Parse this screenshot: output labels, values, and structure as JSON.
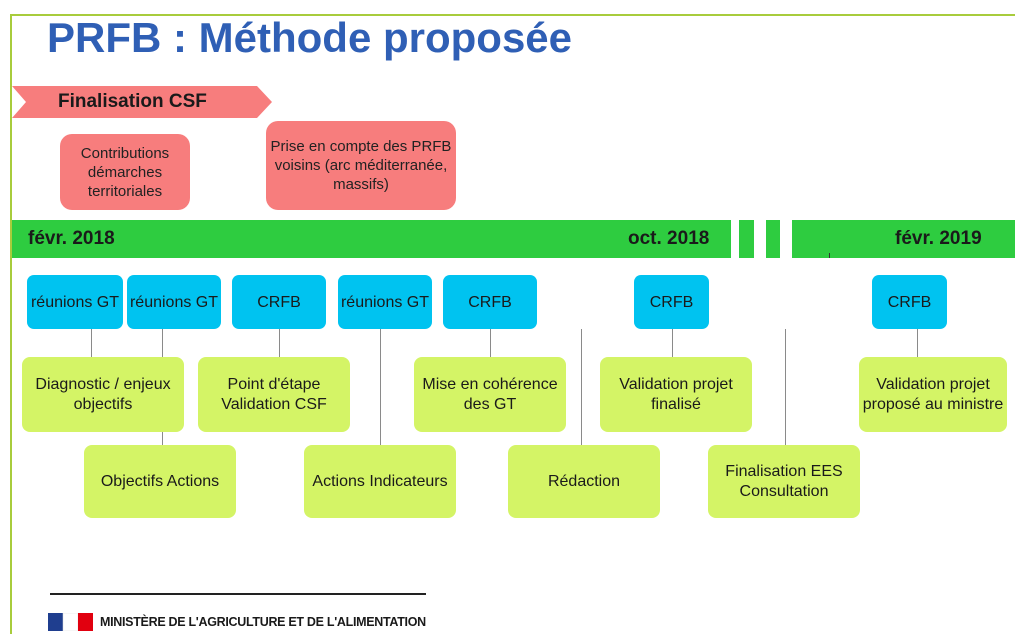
{
  "title": "PRFB : Méthode proposée",
  "phase_arrow": {
    "label": "Finalisation CSF"
  },
  "pink_boxes": [
    "Contributions démarches territoriales",
    "Prise en compte des PRFB voisins (arc méditerranée, massifs)"
  ],
  "timeline": {
    "dates": [
      "févr. 2018",
      "oct. 2018",
      "févr. 2019"
    ]
  },
  "meetings": [
    "réunions GT",
    "réunions GT",
    "CRFB",
    "réunions GT",
    "CRFB",
    "CRFB",
    "CRFB"
  ],
  "steps": [
    "Diagnostic / enjeux objectifs",
    "Objectifs Actions",
    "Point d'étape Validation CSF",
    "Actions Indicateurs",
    "Mise en cohérence des GT",
    "Rédaction",
    "Validation projet finalisé",
    "Finalisation EES Consultation",
    "Validation projet proposé au ministre"
  ],
  "footer": {
    "ministry": "MINISTÈRE DE L'AGRICULTURE ET DE L'ALIMENTATION"
  },
  "colors": {
    "title": "#2f5fb5",
    "phase_arrow": "#f77d7d",
    "pink_box": "#f77d7d",
    "timeline": "#2ecc40",
    "meeting_box": "#00c3f0",
    "step_box": "#d4f466",
    "border_accent": "#a8cc3c"
  }
}
